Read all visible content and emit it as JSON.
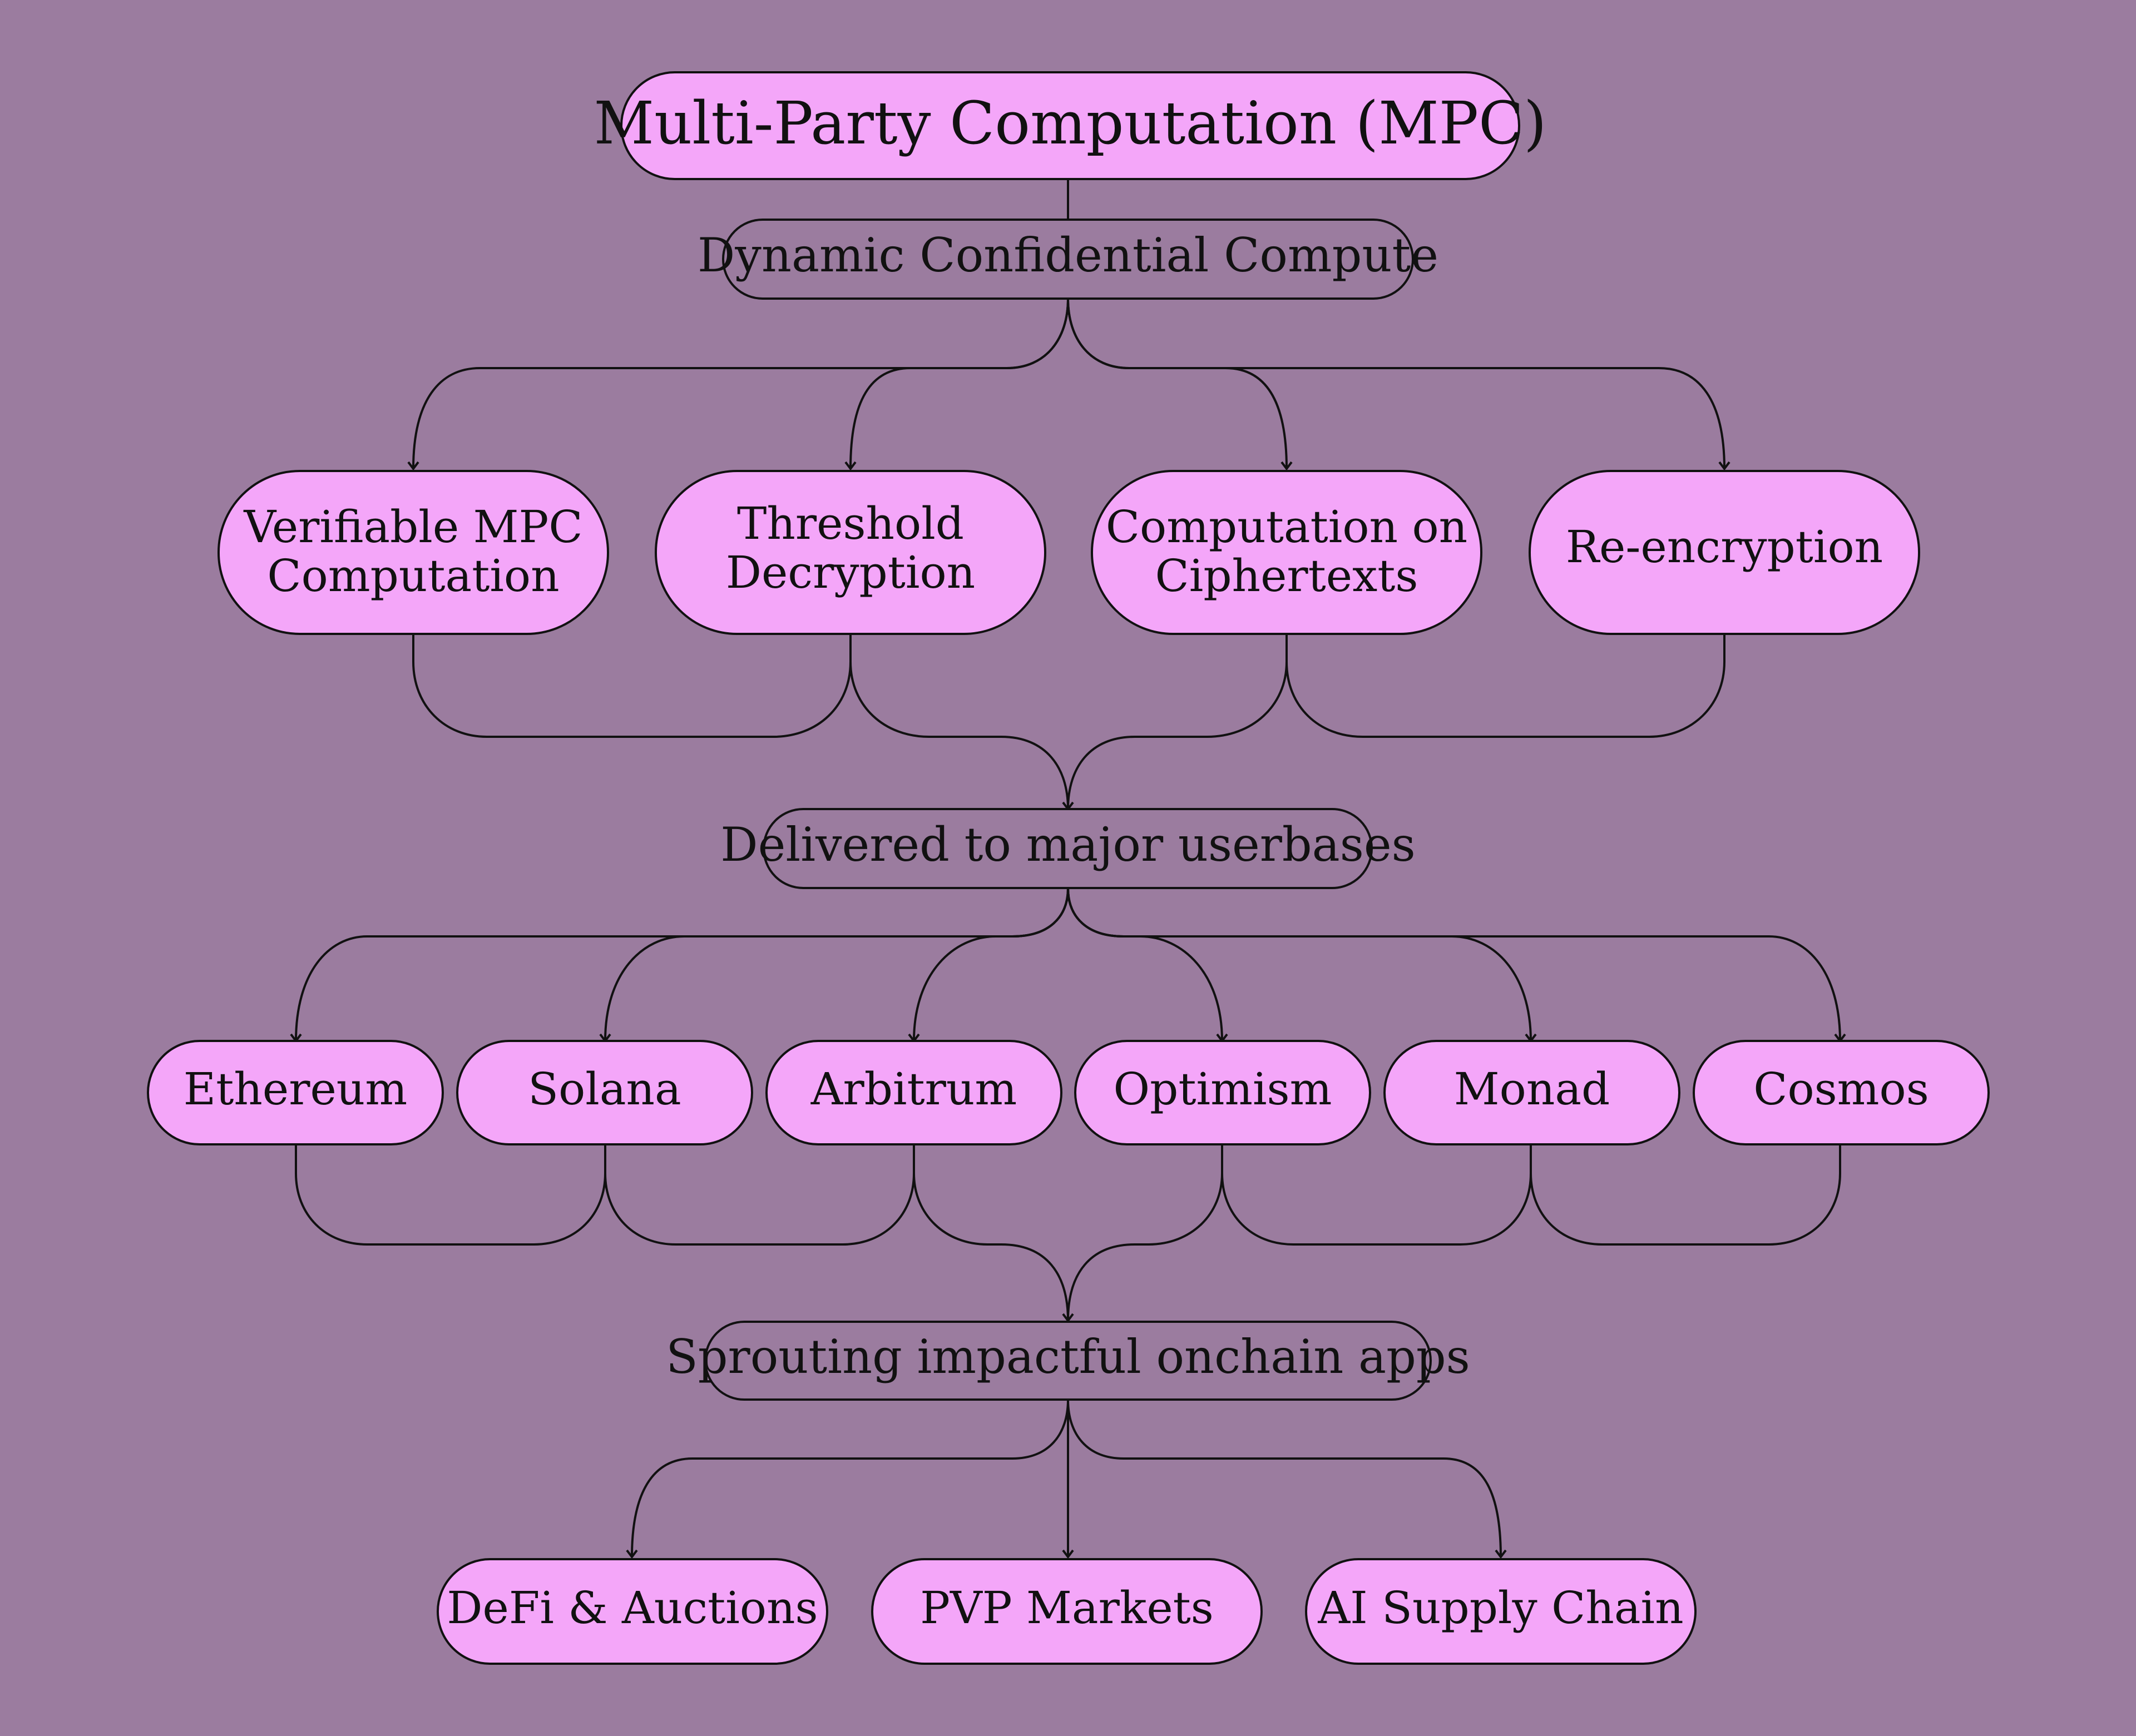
{
  "nodes": {
    "root": "Multi-Party Computation (MPC)",
    "dcc": "Dynamic Confidential Compute",
    "capabilities": [
      [
        "Verifiable MPC",
        "Computation"
      ],
      [
        "Threshold",
        "Decryption"
      ],
      [
        "Computation on",
        "Ciphertexts"
      ],
      [
        "Re-encryption"
      ]
    ],
    "delivered": "Delivered to major userbases",
    "chains": [
      "Ethereum",
      "Solana",
      "Arbitrum",
      "Optimism",
      "Monad",
      "Cosmos"
    ],
    "sprouting": "Sprouting impactful onchain apps",
    "apps": [
      "DeFi & Auctions",
      "PVP Markets",
      "AI Supply Chain"
    ]
  },
  "colors": {
    "background": "#9b7c9f",
    "node_fill": "#f4a6f9",
    "stroke": "#111111"
  }
}
